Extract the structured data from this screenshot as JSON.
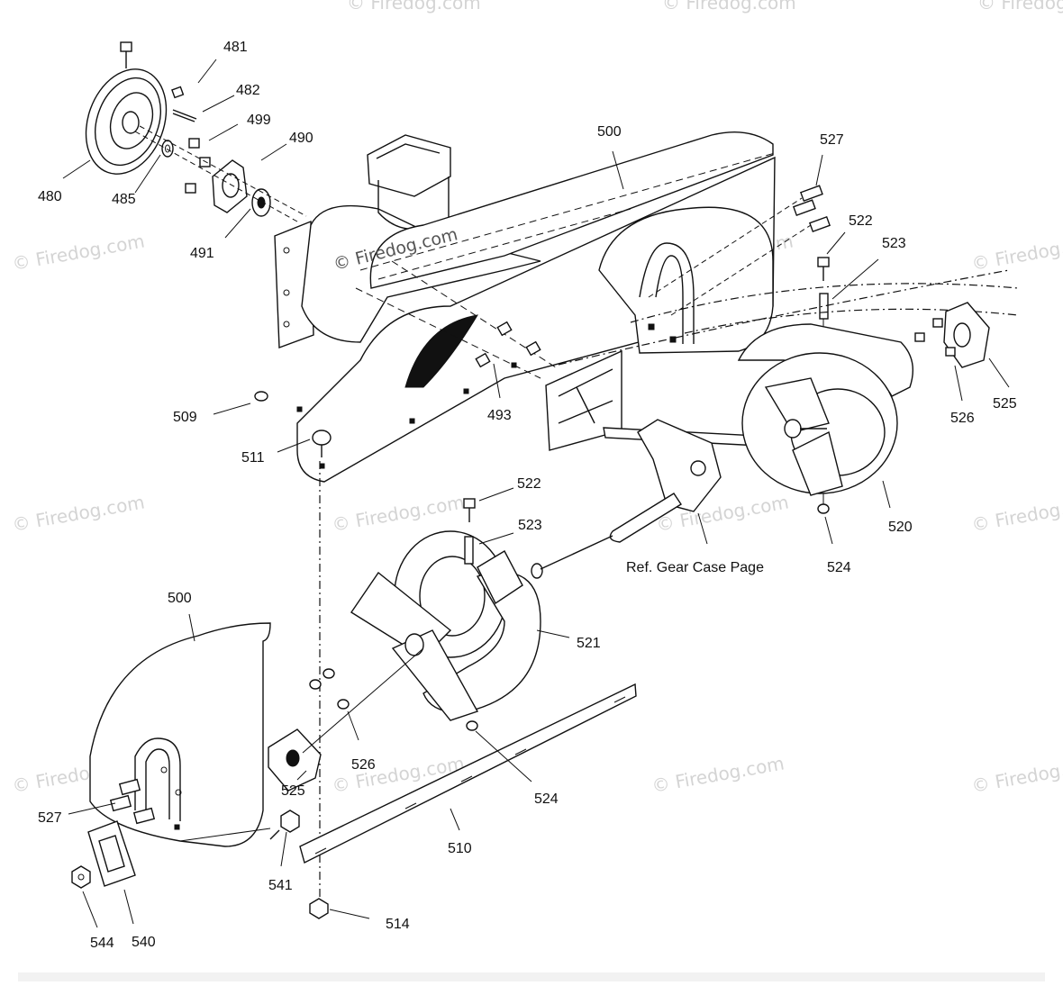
{
  "watermark": {
    "brand": "© Firedog.com",
    "center_brand": "© Firedog.com"
  },
  "reference_note": "Ref. Gear Case Page",
  "parts": [
    {
      "id": "481",
      "text": "481"
    },
    {
      "id": "482",
      "text": "482"
    },
    {
      "id": "499",
      "text": "499"
    },
    {
      "id": "490",
      "text": "490"
    },
    {
      "id": "480",
      "text": "480"
    },
    {
      "id": "485",
      "text": "485"
    },
    {
      "id": "491",
      "text": "491"
    },
    {
      "id": "500-top",
      "text": "500"
    },
    {
      "id": "527-top",
      "text": "527"
    },
    {
      "id": "522-top",
      "text": "522"
    },
    {
      "id": "523-top",
      "text": "523"
    },
    {
      "id": "509",
      "text": "509"
    },
    {
      "id": "511",
      "text": "511"
    },
    {
      "id": "493",
      "text": "493"
    },
    {
      "id": "526-top",
      "text": "526"
    },
    {
      "id": "525-top",
      "text": "525"
    },
    {
      "id": "522-mid",
      "text": "522"
    },
    {
      "id": "523-mid",
      "text": "523"
    },
    {
      "id": "520",
      "text": "520"
    },
    {
      "id": "524-top",
      "text": "524"
    },
    {
      "id": "500-bottom",
      "text": "500"
    },
    {
      "id": "521",
      "text": "521"
    },
    {
      "id": "526-bottom",
      "text": "526"
    },
    {
      "id": "525-bottom",
      "text": "525"
    },
    {
      "id": "524-bottom",
      "text": "524"
    },
    {
      "id": "527-bottom",
      "text": "527"
    },
    {
      "id": "541",
      "text": "541"
    },
    {
      "id": "510",
      "text": "510"
    },
    {
      "id": "514",
      "text": "514"
    },
    {
      "id": "544",
      "text": "544"
    },
    {
      "id": "540",
      "text": "540"
    }
  ]
}
